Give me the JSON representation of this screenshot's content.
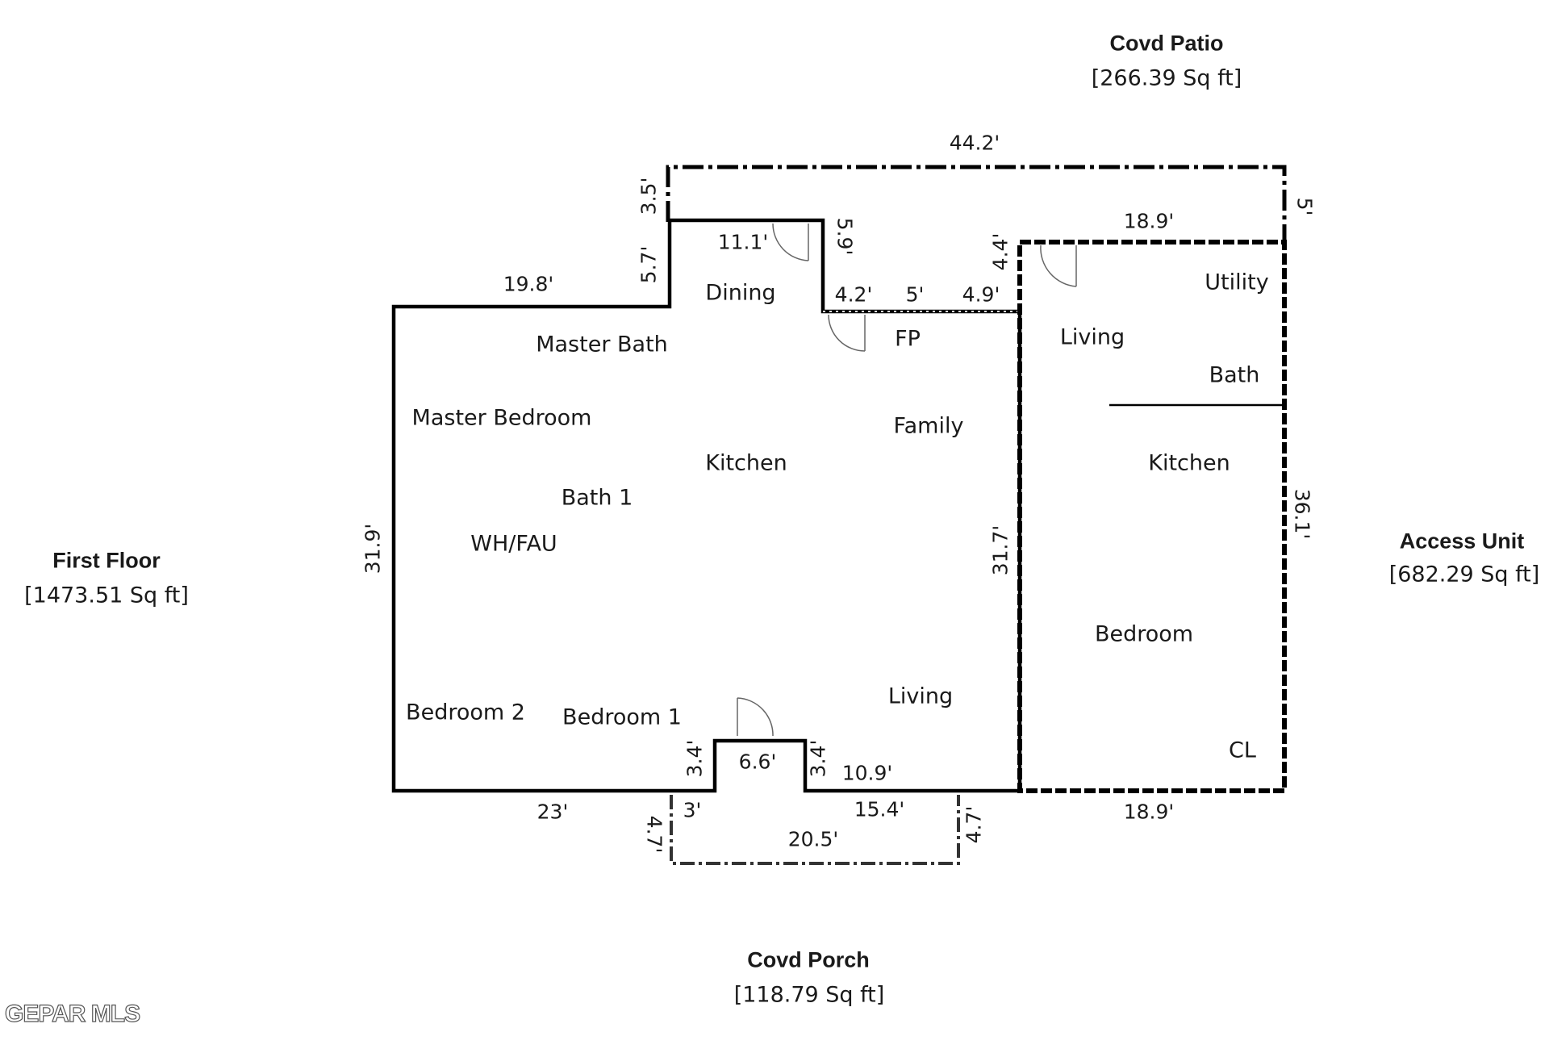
{
  "areas": {
    "first_floor": {
      "title": "First Floor",
      "size": "[1473.51 Sq ft]"
    },
    "covd_patio": {
      "title": "Covd Patio",
      "size": "[266.39 Sq ft]"
    },
    "access_unit": {
      "title": "Access Unit",
      "size": "[682.29 Sq ft]"
    },
    "covd_porch": {
      "title": "Covd Porch",
      "size": "[118.79 Sq ft]"
    }
  },
  "rooms": {
    "dining": "Dining",
    "master_bath": "Master Bath",
    "fp": "FP",
    "master_bedroom": "Master Bedroom",
    "family": "Family",
    "kitchen": "Kitchen",
    "bath1": "Bath 1",
    "wh_fau": "WH/FAU",
    "living": "Living",
    "bedroom2": "Bedroom 2",
    "bedroom1": "Bedroom 1",
    "unit_living": "Living",
    "unit_utility": "Utility",
    "unit_bath": "Bath",
    "unit_kitchen": "Kitchen",
    "unit_bedroom": "Bedroom",
    "unit_cl": "CL"
  },
  "dimensions": {
    "patio_width": "44.2'",
    "patio_depth_left": "3.5'",
    "patio_depth_right": "5'",
    "dining_top": "11.1'",
    "dining_right": "5.9'",
    "unit_top": "18.9'",
    "unit_step": "4.4'",
    "upper_left_wall": "5.7'",
    "main_top_left": "19.8'",
    "fp_left": "4.2'",
    "fp_mid": "5'",
    "fp_right": "4.9'",
    "left_wall": "31.9'",
    "mid_wall": "31.7'",
    "unit_right": "36.1'",
    "entry_left": "3.4'",
    "entry_width": "6.6'",
    "entry_right": "3.4'",
    "bottom_right_seg": "10.9'",
    "bottom_left": "23'",
    "porch_left_offset": "3'",
    "porch_right_seg": "15.4'",
    "unit_bottom": "18.9'",
    "porch_depth_left": "4.7'",
    "porch_depth_right": "4.7'",
    "porch_width": "20.5'"
  },
  "logo": "GEPAR MLS",
  "colors": {
    "wall": "#000000",
    "door": "#555555",
    "background": "#ffffff"
  }
}
